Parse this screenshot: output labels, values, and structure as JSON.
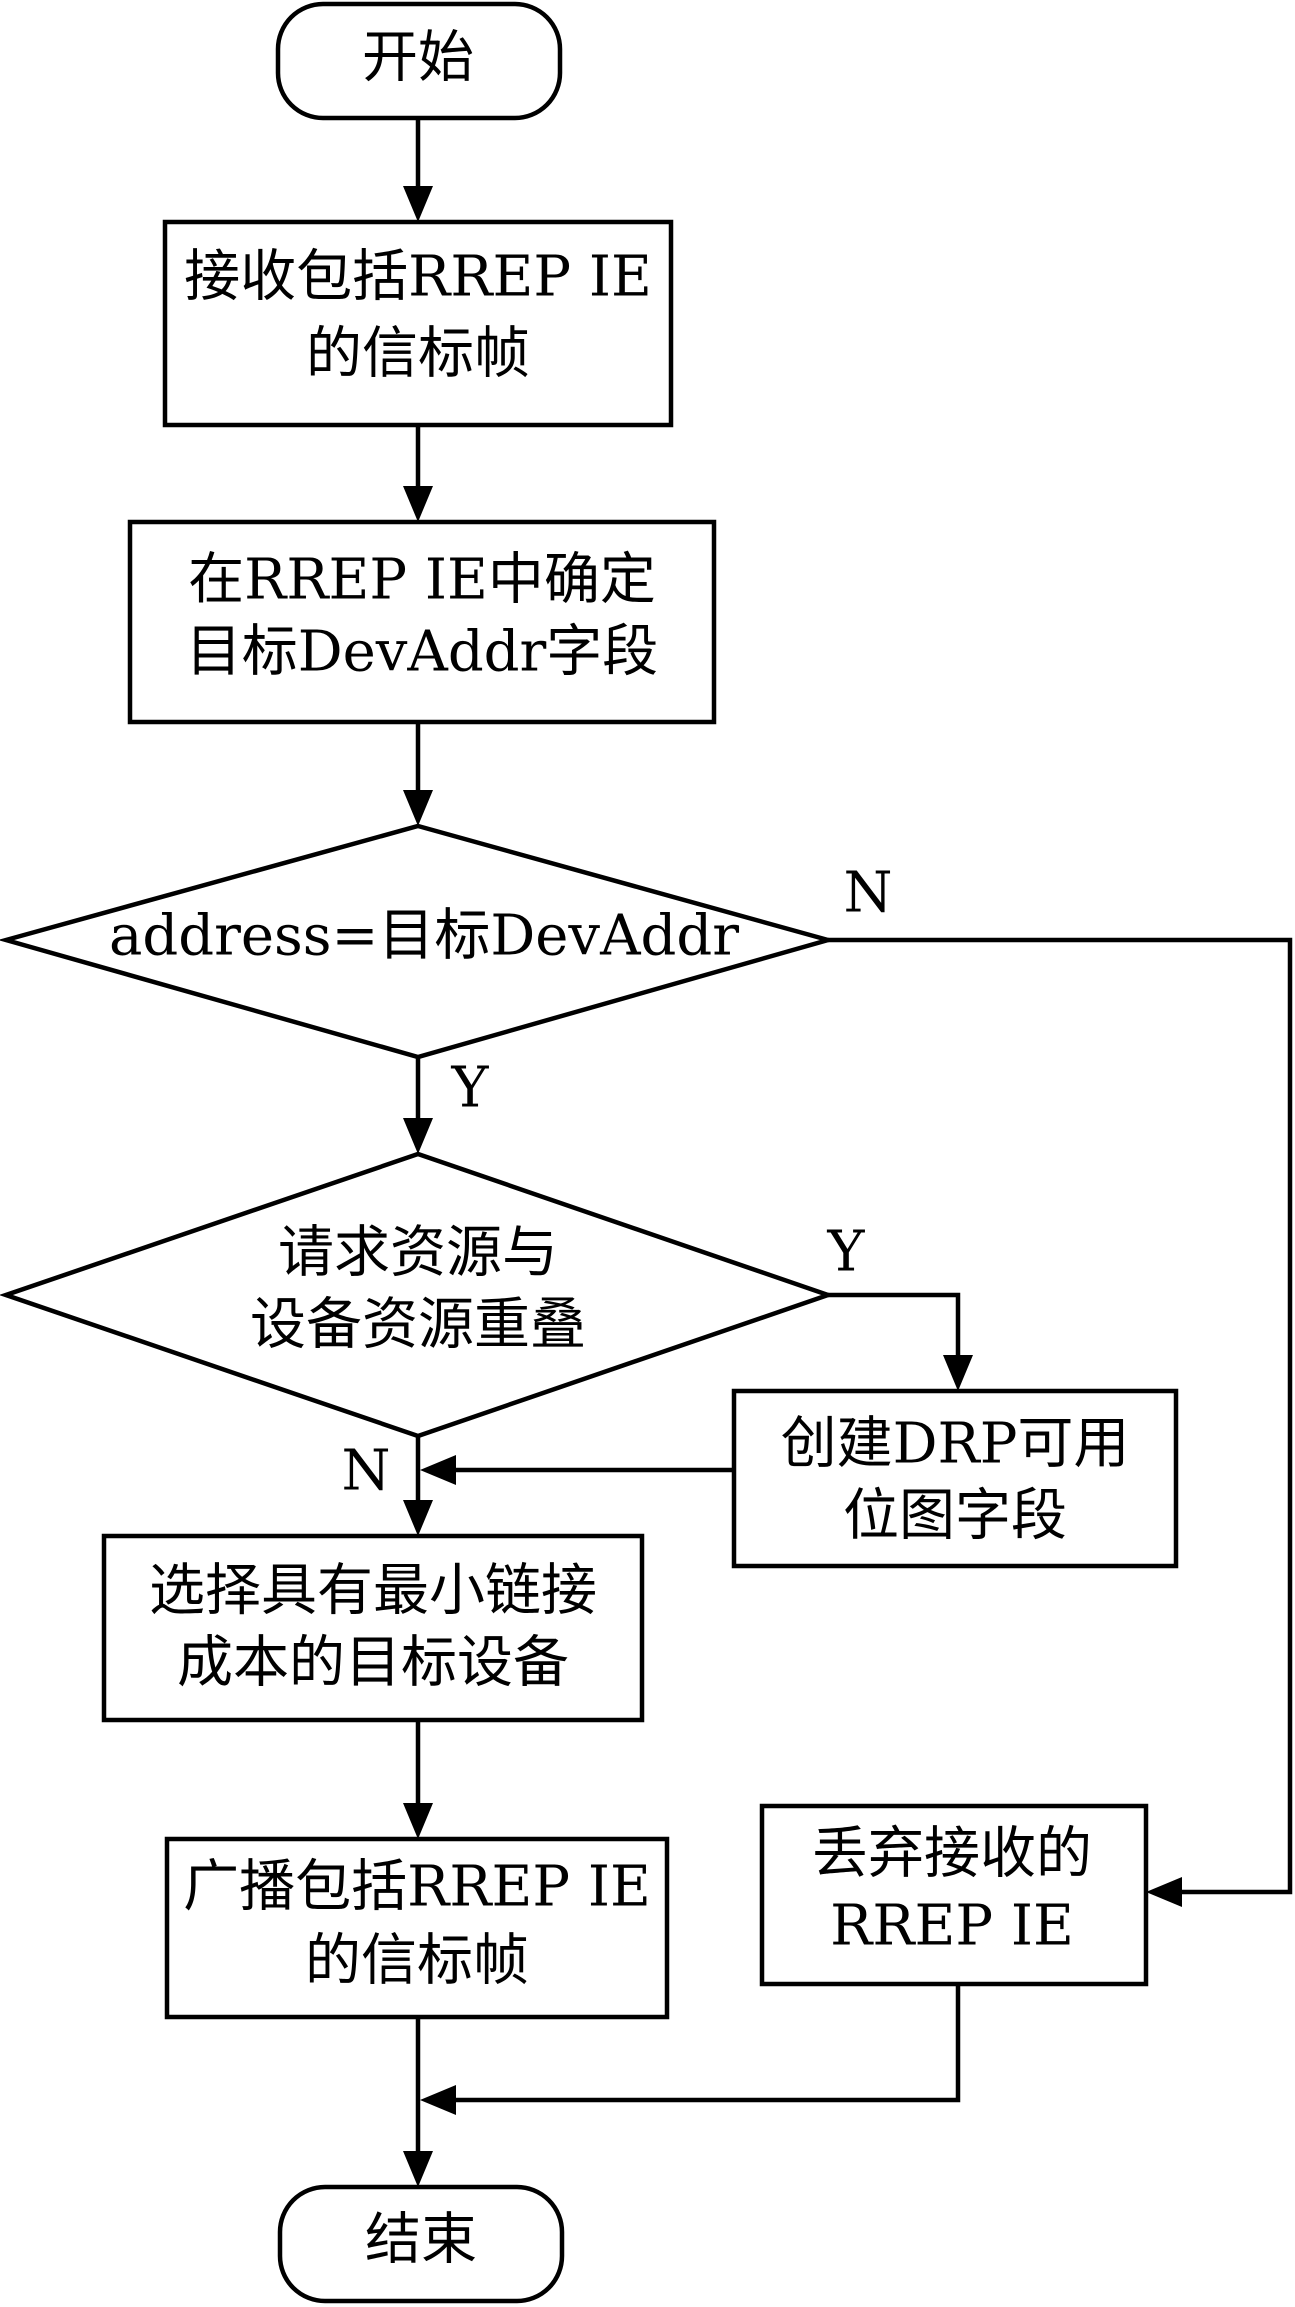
{
  "nodes": {
    "start": {
      "label": "开始"
    },
    "receive": {
      "lines": [
        "接收包括RREP IE",
        "的信标帧"
      ]
    },
    "determine": {
      "lines": [
        "在RREP IE中确定",
        "目标DevAddr字段"
      ]
    },
    "check_addr": {
      "label": "address=目标DevAddr"
    },
    "overlap": {
      "lines": [
        "请求资源与",
        "设备资源重叠"
      ]
    },
    "create_drp": {
      "lines": [
        "创建DRP可用",
        "位图字段"
      ]
    },
    "select": {
      "lines": [
        "选择具有最小链接",
        "成本的目标设备"
      ]
    },
    "broadcast": {
      "lines": [
        "广播包括RREP IE",
        "的信标帧"
      ]
    },
    "discard": {
      "lines": [
        "丢弃接收的",
        "RREP IE"
      ]
    },
    "end": {
      "label": "结束"
    }
  },
  "edge_labels": {
    "check_addr_no": "N",
    "check_addr_yes": "Y",
    "overlap_yes": "Y",
    "overlap_no": "N"
  }
}
